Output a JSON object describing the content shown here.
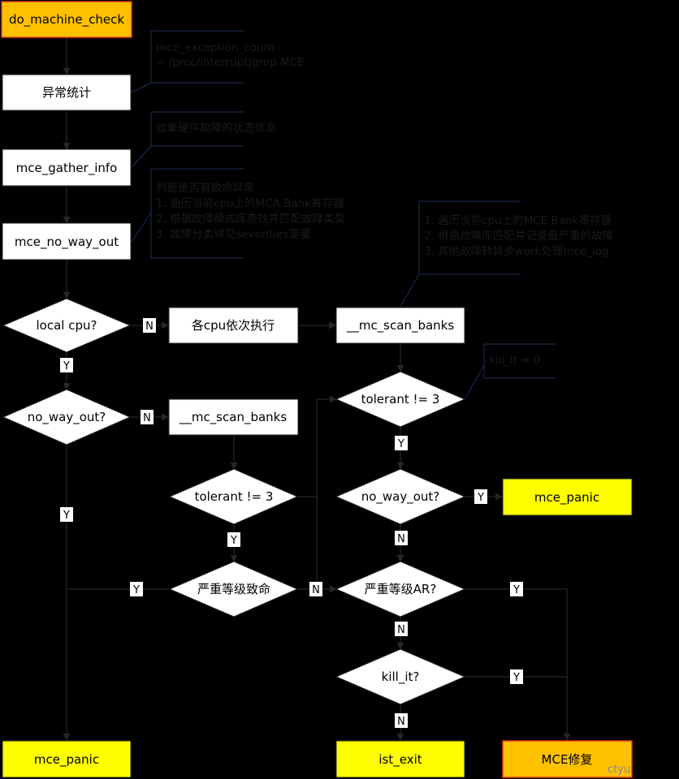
{
  "nodes": {
    "start": "do_machine_check",
    "stats": "异常统计",
    "gather": "mce_gather_info",
    "no_way_out_fn": "mce_no_way_out",
    "local_cpu": "local cpu?",
    "each_cpu": "各cpu依次执行",
    "scan_banks_right": "__mc_scan_banks",
    "no_way_out_left": "no_way_out?",
    "scan_banks_mid": "__mc_scan_banks",
    "tolerant_right": "tolerant != 3",
    "tolerant_mid": "tolerant != 3",
    "no_way_out_right": "no_way_out?",
    "panic_right": "mce_panic",
    "severity_fatal": "严重等级致命",
    "severity_ar": "严重等级AR?",
    "kill_it": "kill_it?",
    "panic_left": "mce_panic",
    "ist_exit": "ist_exit",
    "mce_repair": "MCE修复"
  },
  "notes": {
    "stats": [
      "mce_exception_count",
      " ~ /proc/interrupt|grep MCE"
    ],
    "gather": [
      "收集硬件故障的状态信息"
    ],
    "no_way_out": [
      "判断是否有致命异常",
      "1. 遍历当前cpu上的MCA Bank寄存器",
      "2. 根据故障模式库查找并匹配故障类型",
      "3. 故障分类详见severities变量"
    ],
    "scan_banks": [
      "1. 遍历当前cpu上的MCE Bank寄存器",
      "2. 根据故障库匹配并记录最严重的故障",
      "3. 其他故障转异步work处理mce_log"
    ],
    "tolerant": [
      "kill_it = 0"
    ]
  },
  "labels": {
    "local_cpu_n": "N",
    "local_cpu_y": "Y",
    "no_way_out_left_n": "N",
    "no_way_out_left_y": "Y",
    "tolerant_mid_y": "Y",
    "severity_fatal_y": "Y",
    "severity_fatal_n": "N",
    "tolerant_right_y": "Y",
    "no_way_out_right_y": "Y",
    "no_way_out_right_n": "N",
    "severity_ar_y": "Y",
    "severity_ar_n": "N",
    "kill_it_y": "Y",
    "kill_it_n": "N"
  },
  "watermark": "ctyu",
  "colors": {
    "background": "#000000",
    "process_fill": "#ffffff",
    "start_fill": "#ffc000",
    "terminal_fill": "#ffff00",
    "repair_fill": "#ffc000",
    "terminal_border": "#e03c1e",
    "line": "#262626",
    "note_border": "#1f2f5c"
  }
}
